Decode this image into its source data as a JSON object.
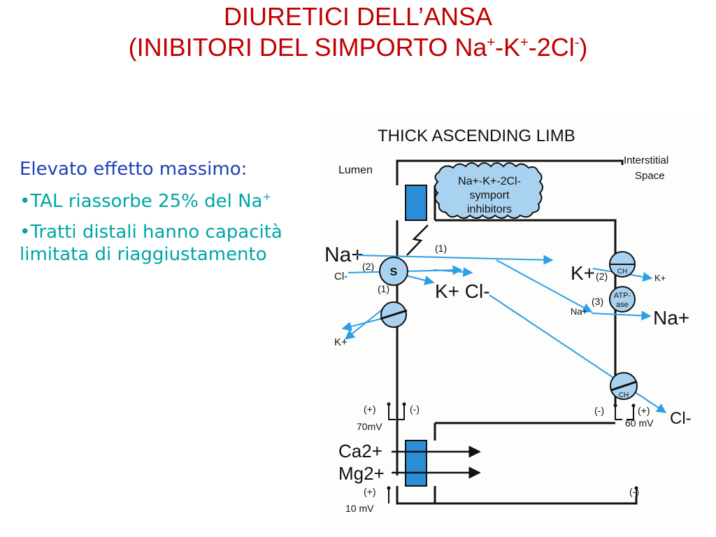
{
  "title": {
    "line1": "DIURETICI DELL’ANSA",
    "line2_prefix": "(INIBITORI DEL SIMPORTO Na",
    "line2_sup1": "+",
    "line2_mid1": "-K",
    "line2_sup2": "+",
    "line2_mid2": "-2Cl",
    "line2_sup3": "-",
    "line2_suffix": ")"
  },
  "left_text": {
    "heading": "Elevato effetto massimo:",
    "bullet1_text": "•TAL riassorbe 25% del Na",
    "bullet1_sup": "+",
    "bullet2": "•Tratti distali hanno capacità limitata di riaggiustamento"
  },
  "diagram": {
    "title": "THICK ASCENDING LIMB",
    "lumen": "Lumen",
    "interstitial_1": "Interstitial",
    "interstitial_2": "Space",
    "inhibitor_1": "Na+-K+-2Cl-",
    "inhibitor_2": "symport",
    "inhibitor_3": "inhibitors",
    "na_big": "Na+",
    "cl_small": "Cl-",
    "num_2_left": "(2)",
    "symporter": "S",
    "num_1_left": "(1)",
    "num_1_top": "(1)",
    "k_cl_mid": "K+ Cl-",
    "k_lumen": "K+",
    "k_right_big": "K+",
    "num_2_right": "(2)",
    "ch_top": "CH",
    "k_right_small": "K+",
    "atpase_1": "ATP-",
    "atpase_2": "ase",
    "na_small_right": "Na+",
    "num_3": "(3)",
    "na_right_big": "Na+",
    "ch_bottom": "CH",
    "cl_right": "Cl-",
    "plus_left": "(+)",
    "minus_left": "(-)",
    "mv_left": "70mV",
    "minus_right": "(-)",
    "plus_right": "(+)",
    "mv_right": "60 mV",
    "ca": "Ca2+",
    "mg": "Mg2+",
    "plus_bottom": "(+)",
    "minus_bottom": "(-)",
    "mv_bottom": "10 mV",
    "colors": {
      "arrow_blue": "#2aa0e6",
      "junction_blue": "#2b8fd8",
      "transporter_fill": "#a9d2f0",
      "title_red": "#c00000",
      "heading_blue": "#1f3fb4",
      "bullet_teal": "#00a5a5"
    }
  }
}
